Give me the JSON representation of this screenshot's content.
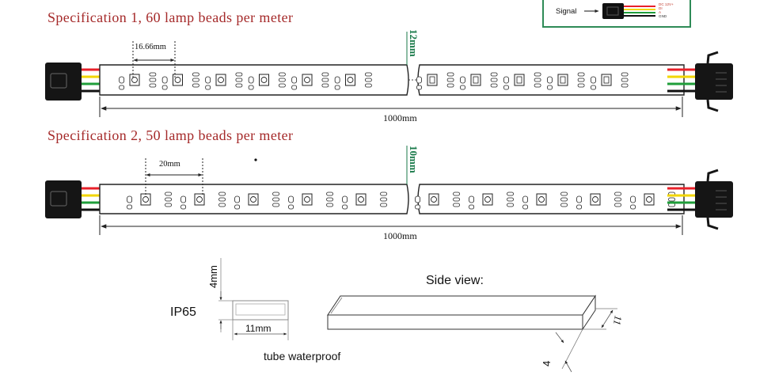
{
  "spec1": {
    "title": "Specification 1,  60 lamp beads per meter",
    "pitch": "16.66mm",
    "width": "12mm",
    "length": "1000mm"
  },
  "spec2": {
    "title": "Specification 2,  50 lamp beads per meter",
    "pitch": "20mm",
    "width": "10mm",
    "length": "1000mm"
  },
  "signal_box": {
    "label": "Signal",
    "pins": [
      "DC 12V+",
      "DI",
      "A",
      "GND"
    ]
  },
  "cross_section": {
    "rating": "IP65",
    "height": "4mm",
    "width": "11mm",
    "caption": "tube  waterproof"
  },
  "side_view": {
    "title": "Side view:",
    "width": "11",
    "thickness": "4"
  },
  "colors": {
    "title": "#a52a2a",
    "dim_green": "#1a7a4a",
    "wire_red": "#e8202a",
    "wire_yellow": "#f2d600",
    "wire_green": "#1f9e3a",
    "wire_black": "#111111",
    "box_border": "#2e8b57"
  }
}
